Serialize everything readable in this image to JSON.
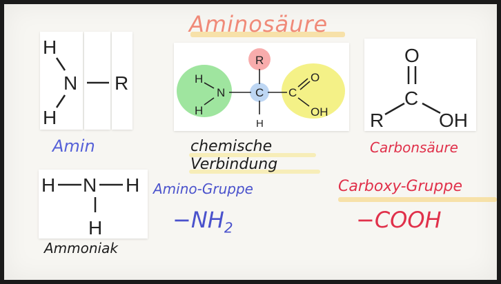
{
  "title": "Aminosäure",
  "labels": {
    "amin": "Amin",
    "ammoniak": "Ammoniak",
    "chem_line1": "chemische",
    "chem_line2": "Verbindung",
    "carbonsaeure": "Carbonsäure",
    "amino_gruppe": "Amino-Gruppe",
    "amino_formula_main": "−NH",
    "amino_formula_sub": "2",
    "carboxy_gruppe": "Carboxy-Gruppe",
    "carboxy_formula": "−COOH"
  },
  "atoms": {
    "h": "H",
    "n": "N",
    "r": "R",
    "c": "C",
    "o": "O",
    "oh": "OH"
  },
  "colors": {
    "title": "#f08a78",
    "amin": "#5560d8",
    "amino": "#4a52cc",
    "carbon": "#e0304a",
    "highlight_green": "#8ee08e",
    "highlight_yellow": "#f3f07a",
    "highlight_pink": "#f7a3a3",
    "highlight_blue": "#b9d4f2"
  }
}
